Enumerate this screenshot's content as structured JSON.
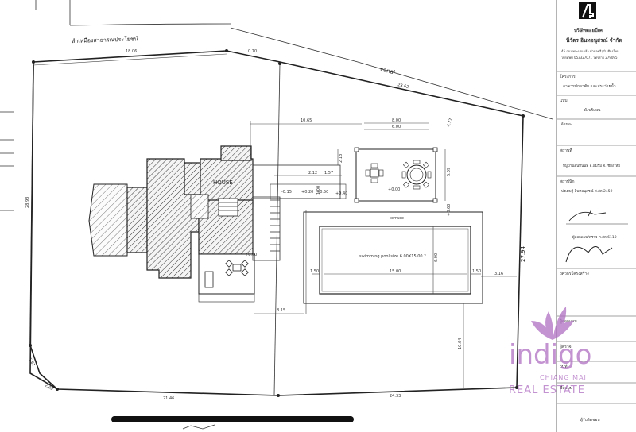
{
  "road_label": "ลำเหมืองสาธารณประโยชน์",
  "canal_label": "canal",
  "house_label": "HOUSE",
  "terrace_label": "terrace",
  "pool_label": "swimming pool size 6.00X15.00 ?.",
  "dimensions": {
    "top_left": "18.06",
    "top_mid": "0.70",
    "canal_edge": "23.62",
    "right_top": "4.77",
    "right_side": "27.94",
    "left_side": "28.93",
    "bottom_left": "21.46",
    "bottom_right": "24.33",
    "chamfer_left": "5.61",
    "chamfer_bottom": "2.40",
    "house_top": "10.65",
    "pavilion_outer": "8.00",
    "pavilion_inner": "6.00",
    "pavilion_side": "5.09",
    "pavilion_edge": "2.12",
    "deck_a": "2.18",
    "deck_b": "1.57",
    "pool_length": "15.00",
    "pool_left_gap": "1.50",
    "pool_right_gap": "1.50",
    "pool_width": "6.00",
    "pool_right_edge": "3.16",
    "pool_bottom_depth": "10.64",
    "house_bottom": "8.15",
    "level_1": "+0.40",
    "level_2": "+0.00",
    "level_3": "-0.15",
    "level_4": "+0.20",
    "level_5": "+0.50",
    "level_6": "+0.80",
    "level_7": "+0.60",
    "side_gap": "1.00"
  },
  "title_block": {
    "company_name": "บริษัทดอยบีเค",
    "company_sub": "นีวัตร อินทอนุสรณ์ จำกัด",
    "address_line1": "45 ถนนพระปกเกล้า ตำบลศรีภูมิ เชียงใหม่",
    "address_line2": "โทรศัพท์ 053327071 โทรสาร 279095",
    "project_label": "โครงการ",
    "project_value": "อาคารพักอาศัย และสระว่ายน้ำ",
    "drawing_label": "แบบ",
    "drawing_value": "ผังบริเวณ",
    "owner_label": "เจ้าของ",
    "site_label": "สถานที่",
    "site_value": "หมู่บ้านอินทนนท์ อ.แม่ริม จ.เชียงใหม่",
    "engineer_label": "สถาปนิก",
    "engineer_value": "ปรเมษฐ์ อินทอนุสรณ์ ส.สถ.2459",
    "architect_sign_label": "ผู้ออกแบบ/ตรวจ ภ.สถ.6110",
    "design_label": "วิศวกรโครงสร้าง",
    "check_label": "ผู้ออกแบบ",
    "approve_label": "ผู้ตรวจ",
    "sheet_label": "วันที่",
    "date_label": "ชื่อแบบ",
    "page_label": "ผู้รับผิดชอบ"
  },
  "watermark": {
    "brand": "indigo",
    "line1": "CHIANG MAI",
    "line2": "REAL ESTATE"
  },
  "colors": {
    "brand_purple": "#b06ec2",
    "line_dark": "#222222"
  }
}
